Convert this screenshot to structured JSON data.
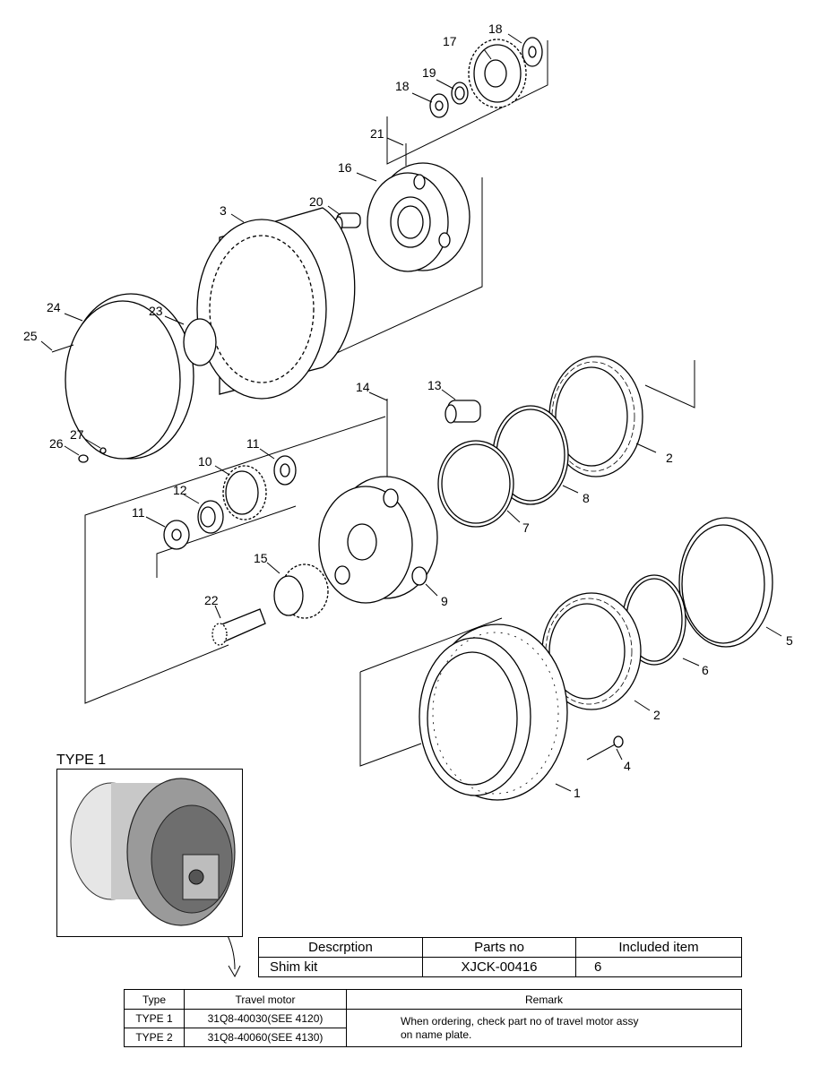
{
  "callouts": [
    "1",
    "2",
    "2",
    "3",
    "4",
    "5",
    "6",
    "7",
    "8",
    "9",
    "10",
    "11",
    "11",
    "12",
    "13",
    "14",
    "15",
    "16",
    "17",
    "18",
    "18",
    "19",
    "20",
    "21",
    "22",
    "23",
    "24",
    "25",
    "26",
    "27"
  ],
  "type_label": "TYPE 1",
  "shim_table": {
    "headers": [
      "Descrption",
      "Parts no",
      "Included item"
    ],
    "row": [
      "Shim kit",
      "XJCK-00416",
      "6"
    ]
  },
  "motor_table": {
    "headers": [
      "Type",
      "Travel motor",
      "Remark"
    ],
    "rows": [
      {
        "type": "TYPE 1",
        "motor": "31Q8-40030(SEE 4120)"
      },
      {
        "type": "TYPE 2",
        "motor": "31Q8-40060(SEE 4130)"
      }
    ],
    "remark_line1": "When ordering, check part no of travel motor assy",
    "remark_line2": "on name plate."
  }
}
